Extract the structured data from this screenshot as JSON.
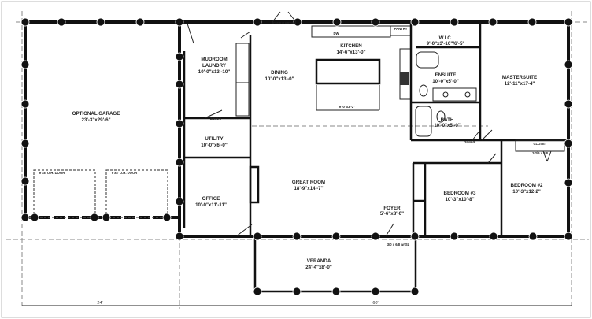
{
  "rooms": {
    "optional_garage": {
      "name": "OPTIONAL GARAGE",
      "size": "23'-3\"x29'-6\""
    },
    "mudroom": {
      "name": "MUDROOM",
      "name2": "LAUNDRY",
      "size": "10'-0\"x13'-10\""
    },
    "dining": {
      "name": "DINING",
      "size": "10'-0\"x13'-0\""
    },
    "kitchen": {
      "name": "KITCHEN",
      "size": "14'-6\"x13'-0\""
    },
    "pantry": {
      "name": "PANTRY"
    },
    "wic": {
      "name": "W.I.C.",
      "size": "9'-0\"x3'-10\"/6'-5\""
    },
    "ensuite": {
      "name": "ENSUITE",
      "size": "10'-0\"x5'-0\""
    },
    "bath": {
      "name": "BATH",
      "size": "10'-0\"x5'-0\""
    },
    "master_suite": {
      "name": "MASTERSUITE",
      "size": "12'-11\"x17-4\""
    },
    "utility": {
      "name": "UTILITY",
      "size": "10'-0\"x6'-0\""
    },
    "office": {
      "name": "OFFICE",
      "size": "10'-0\"x11'-11\""
    },
    "great_room": {
      "name": "GREAT ROOM",
      "size": "18'-9\"x14'-7\""
    },
    "foyer": {
      "name": "FOYER",
      "size": "5'-6\"x8'-0\""
    },
    "bedroom3": {
      "name": "BEDROOM #3",
      "size": "10'-3\"x10'-8\""
    },
    "bedroom2": {
      "name": "BEDROOM #2",
      "size": "10'-3\"x12-2\""
    },
    "veranda": {
      "name": "VERANDA",
      "size": "24'-4\"x8'-0\""
    }
  },
  "annotations": {
    "garage_door_1": "9'x8' O.H. DOOR",
    "garage_door_2": "9'x8' O.H. DOOR",
    "garden_door": "6'x6'8 GARDEN",
    "closet_label": "CLOSET",
    "closet_door": "2-2/6 x 6'8",
    "door_2_6": "2/6x6/8",
    "door_2_8": "2/8x6/8",
    "front_door": "3/0 x 6/8 w/ SL",
    "island_dim": "9'-0\"x3'-2\"",
    "dw": "DW"
  },
  "dimensions": {
    "garage_width": "24'",
    "house_width": "60'"
  }
}
